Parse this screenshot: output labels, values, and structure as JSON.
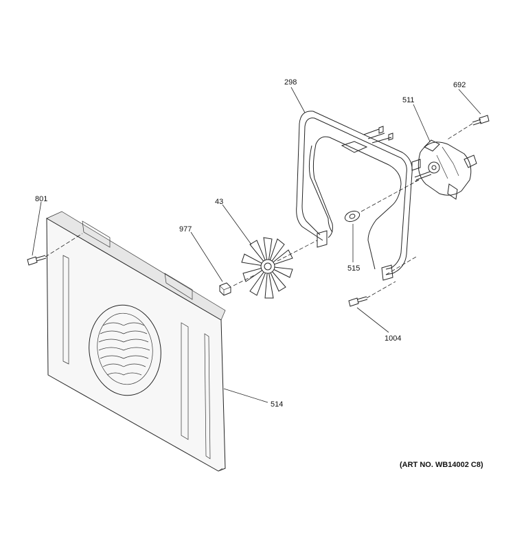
{
  "labels": {
    "p801": "801",
    "p977": "977",
    "p43": "43",
    "p298": "298",
    "p515": "515",
    "p511": "511",
    "p692": "692",
    "p1004": "1004",
    "p514": "514"
  },
  "art_no": "(ART NO. WB14002 C8)"
}
